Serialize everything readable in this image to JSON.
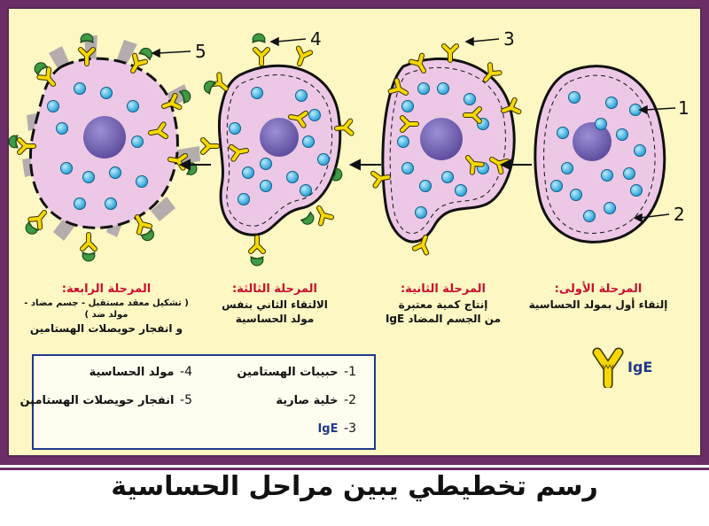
{
  "markers": {
    "m1": "1",
    "m2": "2",
    "m3": "3",
    "m4": "4",
    "m5": "5"
  },
  "stages": [
    {
      "title": "المرحلة الأولى:",
      "desc": [
        "إلتقاء أول بمولد الحساسية"
      ]
    },
    {
      "title": "المرحلة الثانية:",
      "desc": [
        "إنتاج كمية معتبرة",
        "من الجسم المضاد IgE"
      ]
    },
    {
      "title": "المرحلة الثالثة:",
      "desc": [
        "الالتقاء الثاني بنفس",
        "مولد الحساسية"
      ]
    },
    {
      "title": "المرحلة الرابعة:",
      "desc": [
        "( تشكيل معقد مستقبل - جسم مضاد - مولد ضد )",
        "و انفجار حويصلات الهستامين"
      ]
    }
  ],
  "legend": {
    "items": [
      {
        "num": "1-",
        "label": "حبيبات الهستامين"
      },
      {
        "num": "2-",
        "label": "خلية صارية"
      },
      {
        "num": "3-",
        "label": "IgE"
      },
      {
        "num": "4-",
        "label": "مولد الحساسية"
      },
      {
        "num": "5-",
        "label": "انفجار حويصلات الهستامين"
      }
    ],
    "ige_key": "IgE"
  },
  "caption": "رسم تخطيطي يبين مراحل الحساسية",
  "colors": {
    "cell_fill": "#ecc8e6",
    "nucleus": "#7b6bb8",
    "granule": "#4fc3e6",
    "ige": "#f5d800",
    "allergen": "#2e7d32",
    "frame": "#6b2d66",
    "title_red": "#c8102e"
  }
}
